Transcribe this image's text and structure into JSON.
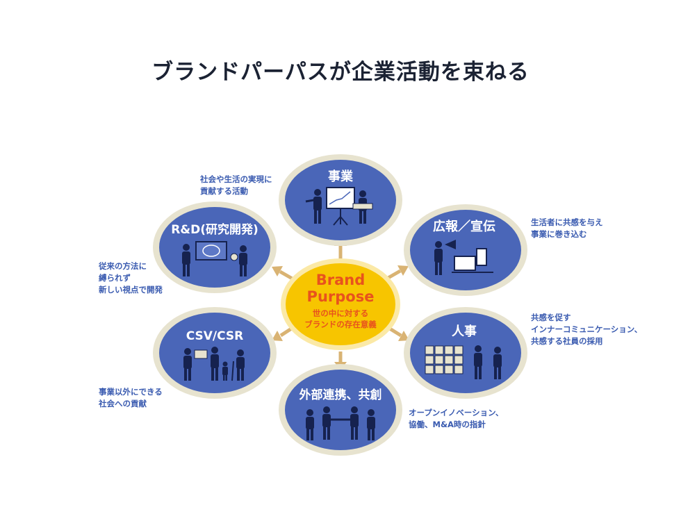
{
  "title": "ブランドパーパスが企業活動を束ねる",
  "center": {
    "line1": "Brand",
    "line2": "Purpose",
    "sub1": "世の中に対する",
    "sub2": "ブランドの存在意義"
  },
  "nodes": {
    "business": "事業",
    "pr": "広報／宣伝",
    "hr": "人事",
    "external": "外部連携、共創",
    "csv": "CSV/CSR",
    "rd": "R&D(研究開発)"
  },
  "notes": {
    "business": "社会や生活の実現に\n貢献する活動",
    "pr": "生活者に共感を与え\n事業に巻き込む",
    "hr": "共感を促す\nインナーコミュニケーション、\n共感する社員の採用",
    "external": "オープンイノベーション、\n協働、M&A時の指針",
    "csv": "事業以外にできる\n社会への貢献",
    "rd": "従来の方法に\n縛られず\n新しい視点で開発"
  },
  "colors": {
    "node_fill": "#4a66b8",
    "node_ring": "#e7e3cf",
    "center_fill": "#f7c500",
    "center_ring": "#fbe9a6",
    "arrow": "#d9b373",
    "note_text": "#3a5bb0",
    "figures": "#16224f"
  },
  "icons": {
    "business": "presentation-icon",
    "pr": "megaphone-monitor-icon",
    "hr": "team-grid-icon",
    "external": "handshake-group-icon",
    "csv": "family-care-icon",
    "rd": "ai-brain-icon"
  }
}
